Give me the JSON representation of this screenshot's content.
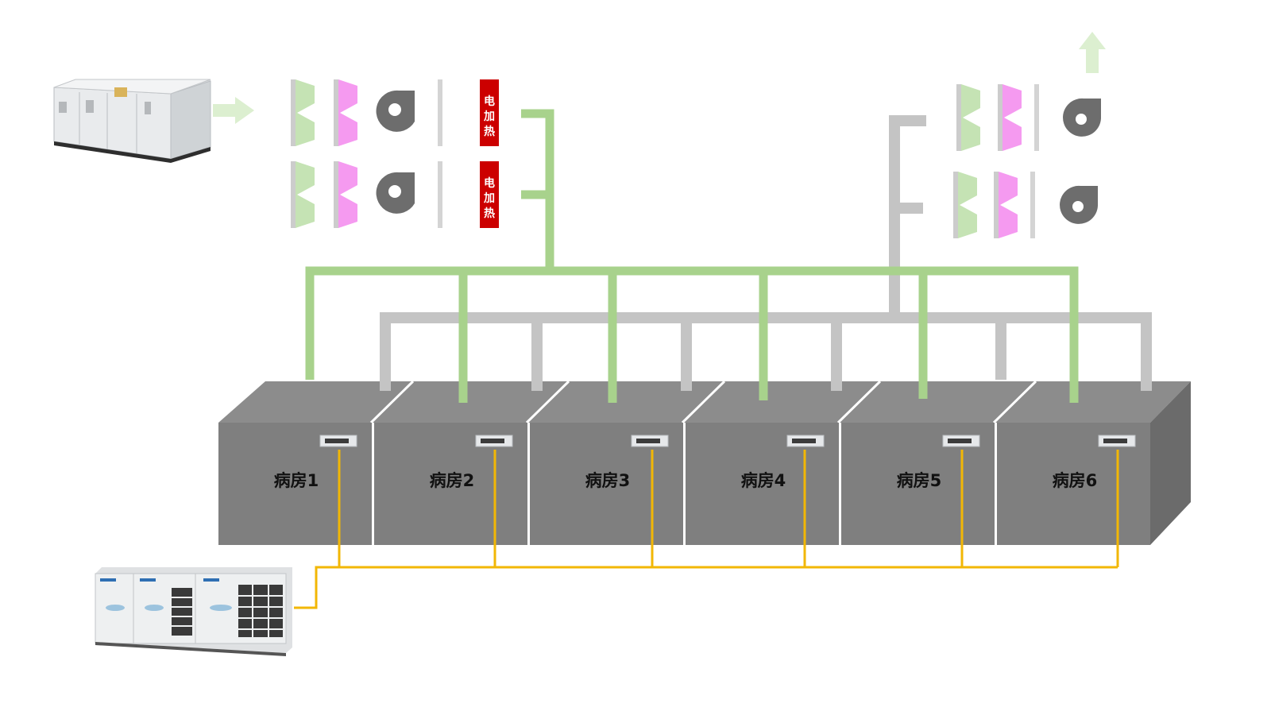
{
  "diagram": {
    "rooms": [
      {
        "label": "病房1"
      },
      {
        "label": "病房2"
      },
      {
        "label": "病房3"
      },
      {
        "label": "病房4"
      },
      {
        "label": "病房5"
      },
      {
        "label": "病房6"
      }
    ],
    "heaters": [
      {
        "chars": [
          "电",
          "加",
          "热"
        ]
      },
      {
        "chars": [
          "电",
          "加",
          "热"
        ]
      }
    ],
    "colors": {
      "supply_duct": "#a8d28c",
      "exhaust_duct": "#c4c4c4",
      "refrigerant_pipe": "#f2b705",
      "room_face": "#7f7f7f",
      "room_top": "#8c8c8c",
      "room_side": "#6b6b6b",
      "heater": "#cc0000",
      "primary_filter": "#c5e3b4",
      "secondary_filter": "#f59af0",
      "fan": "#6d6d6d"
    },
    "icons": {
      "air_handling_unit": "ahu-unit-icon",
      "outdoor_unit": "vrf-outdoor-unit-icon",
      "indoor_unit": "ceiling-cassette-icon",
      "fan": "centrifugal-fan-icon",
      "filter": "filter-section-icon",
      "supply_arrow": "arrow-right-icon",
      "exhaust_arrow": "arrow-up-icon"
    }
  }
}
